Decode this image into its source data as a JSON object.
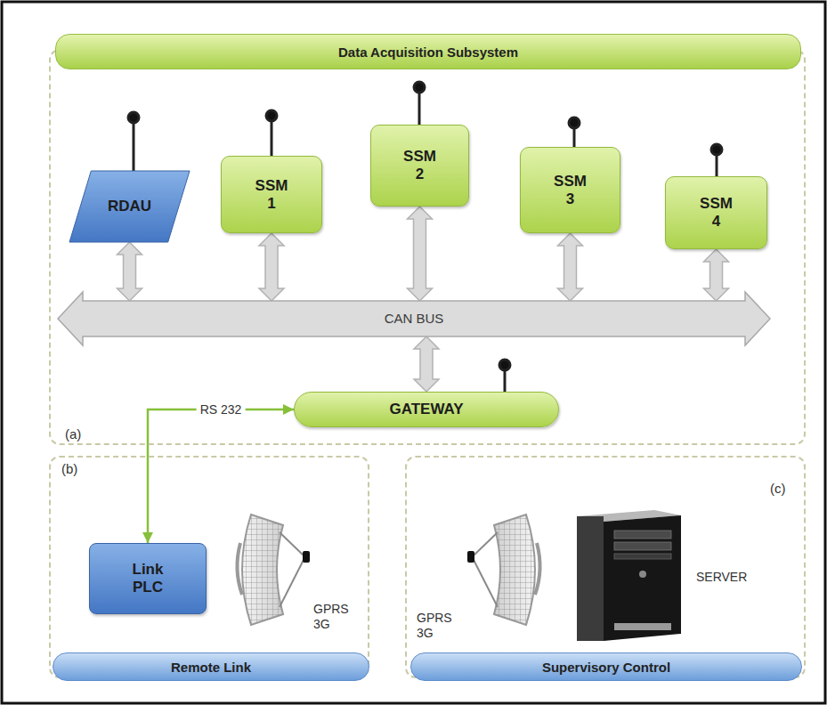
{
  "diagram": {
    "nodes": [
      {
        "text": [
          "Data Acquisition Subsystem",
          "(a)"
        ]
      },
      {
        "text": [
          "RDAU"
        ],
        "in": 0
      },
      {
        "text": [
          "SSM 1"
        ],
        "in": 0
      },
      {
        "text": [
          "SSM 2"
        ],
        "in": 0
      },
      {
        "text": [
          "SSM 3"
        ],
        "in": 0
      },
      {
        "text": [
          "SSM 4"
        ],
        "in": 0
      },
      {
        "text": [
          "CAN BUS"
        ],
        "in": 0
      },
      {
        "text": [
          "GATEWAY"
        ],
        "in": 0
      },
      {
        "text": [
          "(b)",
          "Remote Link"
        ]
      },
      {
        "text": [
          "Link PLC"
        ],
        "in": 8
      },
      {
        "text": [
          "(c)",
          "Supervisory Control"
        ]
      }
    ],
    "edges": [
      {
        "from": 1,
        "to": 6,
        "arrow": "both"
      },
      {
        "from": 2,
        "to": 6,
        "arrow": "both"
      },
      {
        "from": 3,
        "to": 6,
        "arrow": "both"
      },
      {
        "from": 4,
        "to": 6,
        "arrow": "both"
      },
      {
        "from": 5,
        "to": 6,
        "arrow": "both"
      },
      {
        "from": 6,
        "to": 7,
        "arrow": "both"
      },
      {
        "from": 7,
        "to": 9,
        "label": "RS 232",
        "arrow": "both"
      }
    ],
    "labels": [
      "GPRS 3G",
      "GPRS 3G",
      "SERVER"
    ]
  }
}
